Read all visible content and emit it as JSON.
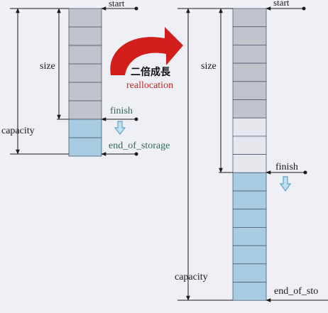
{
  "labels": {
    "start": "start",
    "size": "size",
    "finish": "finish",
    "capacity": "capacity",
    "end_of_storage": "end_of_storage",
    "end_of_storage_cut": "end_of_sto",
    "growth_title": "二倍成長",
    "reallocation": "reallocation"
  },
  "vector_before": {
    "used_slots": 6,
    "free_slots": 2
  },
  "vector_after": {
    "used_slots": 9,
    "free_slots": 7
  },
  "colors": {
    "background": "#eef0f5",
    "used_cell": "#c2c4cc",
    "new_copied_cell": "#e6e8ee",
    "free_cell": "#a8cde2",
    "cell_border": "#4a5a70",
    "pointer": "#1a1a1a",
    "arrow_red": "#d21e1a",
    "text_main": "#1a1a1a",
    "text_green": "#2f6b52",
    "text_red": "#c4281f",
    "hint_arrow": "#8cc6e0"
  },
  "icons": [
    "curved-red-arrow-icon",
    "down-arrow-icon",
    "pointer-dot-icon"
  ]
}
